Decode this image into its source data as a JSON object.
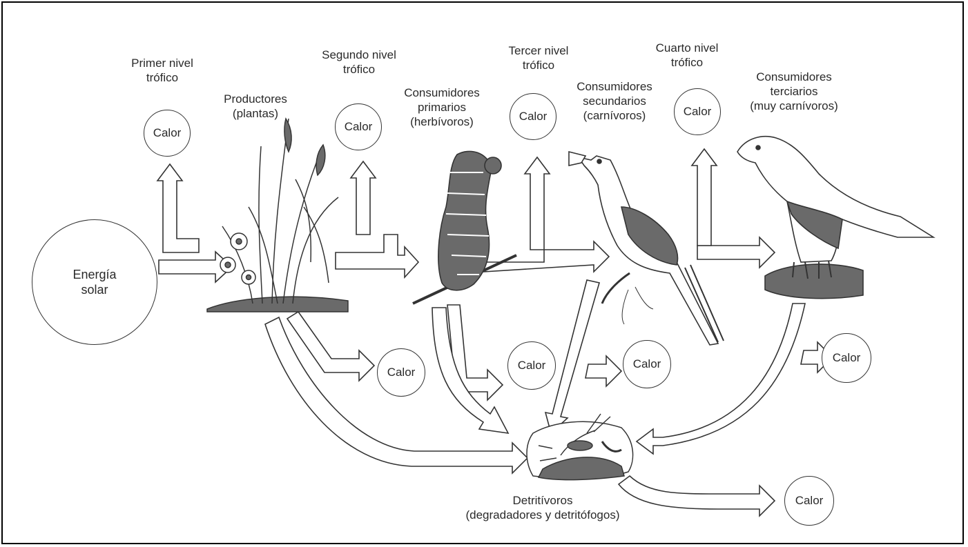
{
  "colors": {
    "ink": "#2a2a2a",
    "line": "#333333",
    "paper": "#ffffff",
    "shade": "#6a6a6a"
  },
  "source": {
    "line1": "Energía",
    "line2": "solar"
  },
  "trophic_levels": [
    {
      "line1": "Primer nivel",
      "line2": "trófico"
    },
    {
      "line1": "Segundo nivel",
      "line2": "trófico"
    },
    {
      "line1": "Tercer nivel",
      "line2": "trófico"
    },
    {
      "line1": "Cuarto nivel",
      "line2": "trófico"
    }
  ],
  "organisms": [
    {
      "line1": "Productores",
      "line2": "(plantas)",
      "line3": "",
      "icon": "plants-illustration"
    },
    {
      "line1": "Consumidores",
      "line2": "primarios",
      "line3": "(herbívoros)",
      "icon": "caterpillar-illustration"
    },
    {
      "line1": "Consumidores",
      "line2": "secundarios",
      "line3": "(carnívoros)",
      "icon": "songbird-illustration"
    },
    {
      "line1": "Consumidores",
      "line2": "terciarios",
      "line3": "(muy carnívoros)",
      "icon": "hawk-illustration"
    }
  ],
  "detritivores": {
    "line1": "Detritívoros",
    "line2": "(degradadores y detritófogos)",
    "icon": "detritivore-illustration"
  },
  "heat_label": "Calor"
}
